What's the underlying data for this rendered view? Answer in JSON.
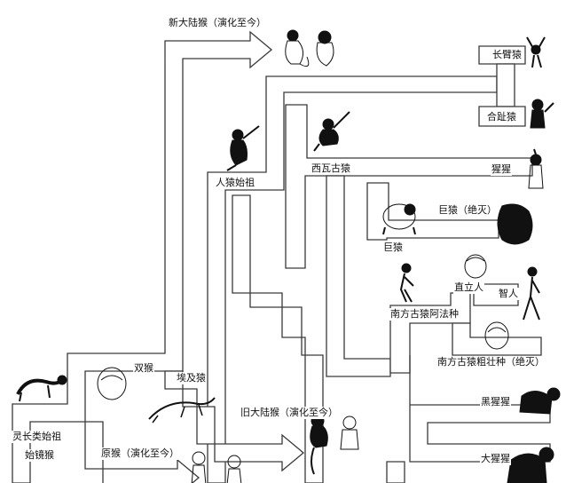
{
  "labels": {
    "new_world_monkeys": "新大陆猴（演化至今）",
    "gibbon": "长臂猿",
    "siamang": "合趾猿",
    "sivapithecus": "西瓦古猿",
    "orangutan": "猩猩",
    "hominoid_ancestor": "人猿始祖",
    "giganto_extinct": "巨猿（绝灭）",
    "gigantopithecus": "巨猿",
    "homo_erectus": "直立人",
    "homo_sapiens": "智人",
    "australopithecus_afarensis": "南方古猿阿法种",
    "paranthropus_robustus": "南方古猿粗壮种（绝灭）",
    "dryopithecus": "双猴",
    "aegyptopithecus": "埃及猿",
    "old_world_monkeys": "旧大陆猴（演化至今）",
    "chimpanzee": "黑猩猩",
    "primate_ancestor": "灵长类始祖",
    "tarsier": "始镜猴",
    "prosimians": "原猴（演化至今）",
    "gorilla": "大猩猩"
  },
  "colors": {
    "line": "#3a3a3a",
    "fill": "#ffffff",
    "animal": "#111111"
  }
}
